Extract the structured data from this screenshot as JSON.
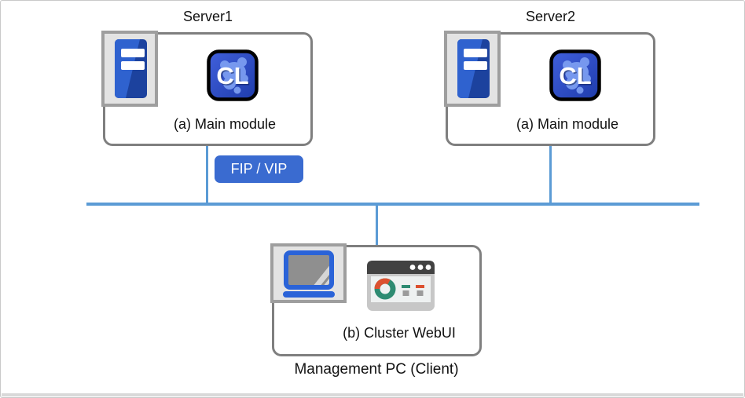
{
  "figure": {
    "background": "#ffffff",
    "outer_border": "#c9c9c9",
    "footer_strip": "#d9d9d9"
  },
  "colors": {
    "network_line": "#5B9BD5",
    "node_border": "#7f7f7f",
    "icon_frame_fill": "#e3e3e3",
    "icon_frame_border": "#9e9e9e",
    "server_blue_dark": "#1c429e",
    "server_blue_light": "#2f62cf",
    "app_icon_blue_top": "#4160dc",
    "app_icon_blue_bottom": "#1e3cab",
    "app_icon_splash": "#7d9ff2",
    "badge_blue": "#3a6bd0",
    "laptop_blue": "#2a63d8",
    "webui_teal": "#2e8b72",
    "webui_orange": "#dc5130",
    "webui_topbar": "#424242",
    "webui_body": "#c7c7c7"
  },
  "nodes": {
    "server1": {
      "title": "Server1",
      "module_label": "(a) Main module",
      "app_icon_text": "CL"
    },
    "server2": {
      "title": "Server2",
      "module_label": "(a) Main module",
      "app_icon_text": "CL"
    },
    "management_pc": {
      "module_label": "(b) Cluster WebUI",
      "caption": "Management PC (Client)"
    }
  },
  "badge": {
    "label": "FIP / VIP"
  },
  "icons": {
    "server": "server-tower-icon",
    "app": "cluster-app-icon",
    "laptop": "laptop-icon",
    "webui": "browser-dashboard-icon"
  }
}
